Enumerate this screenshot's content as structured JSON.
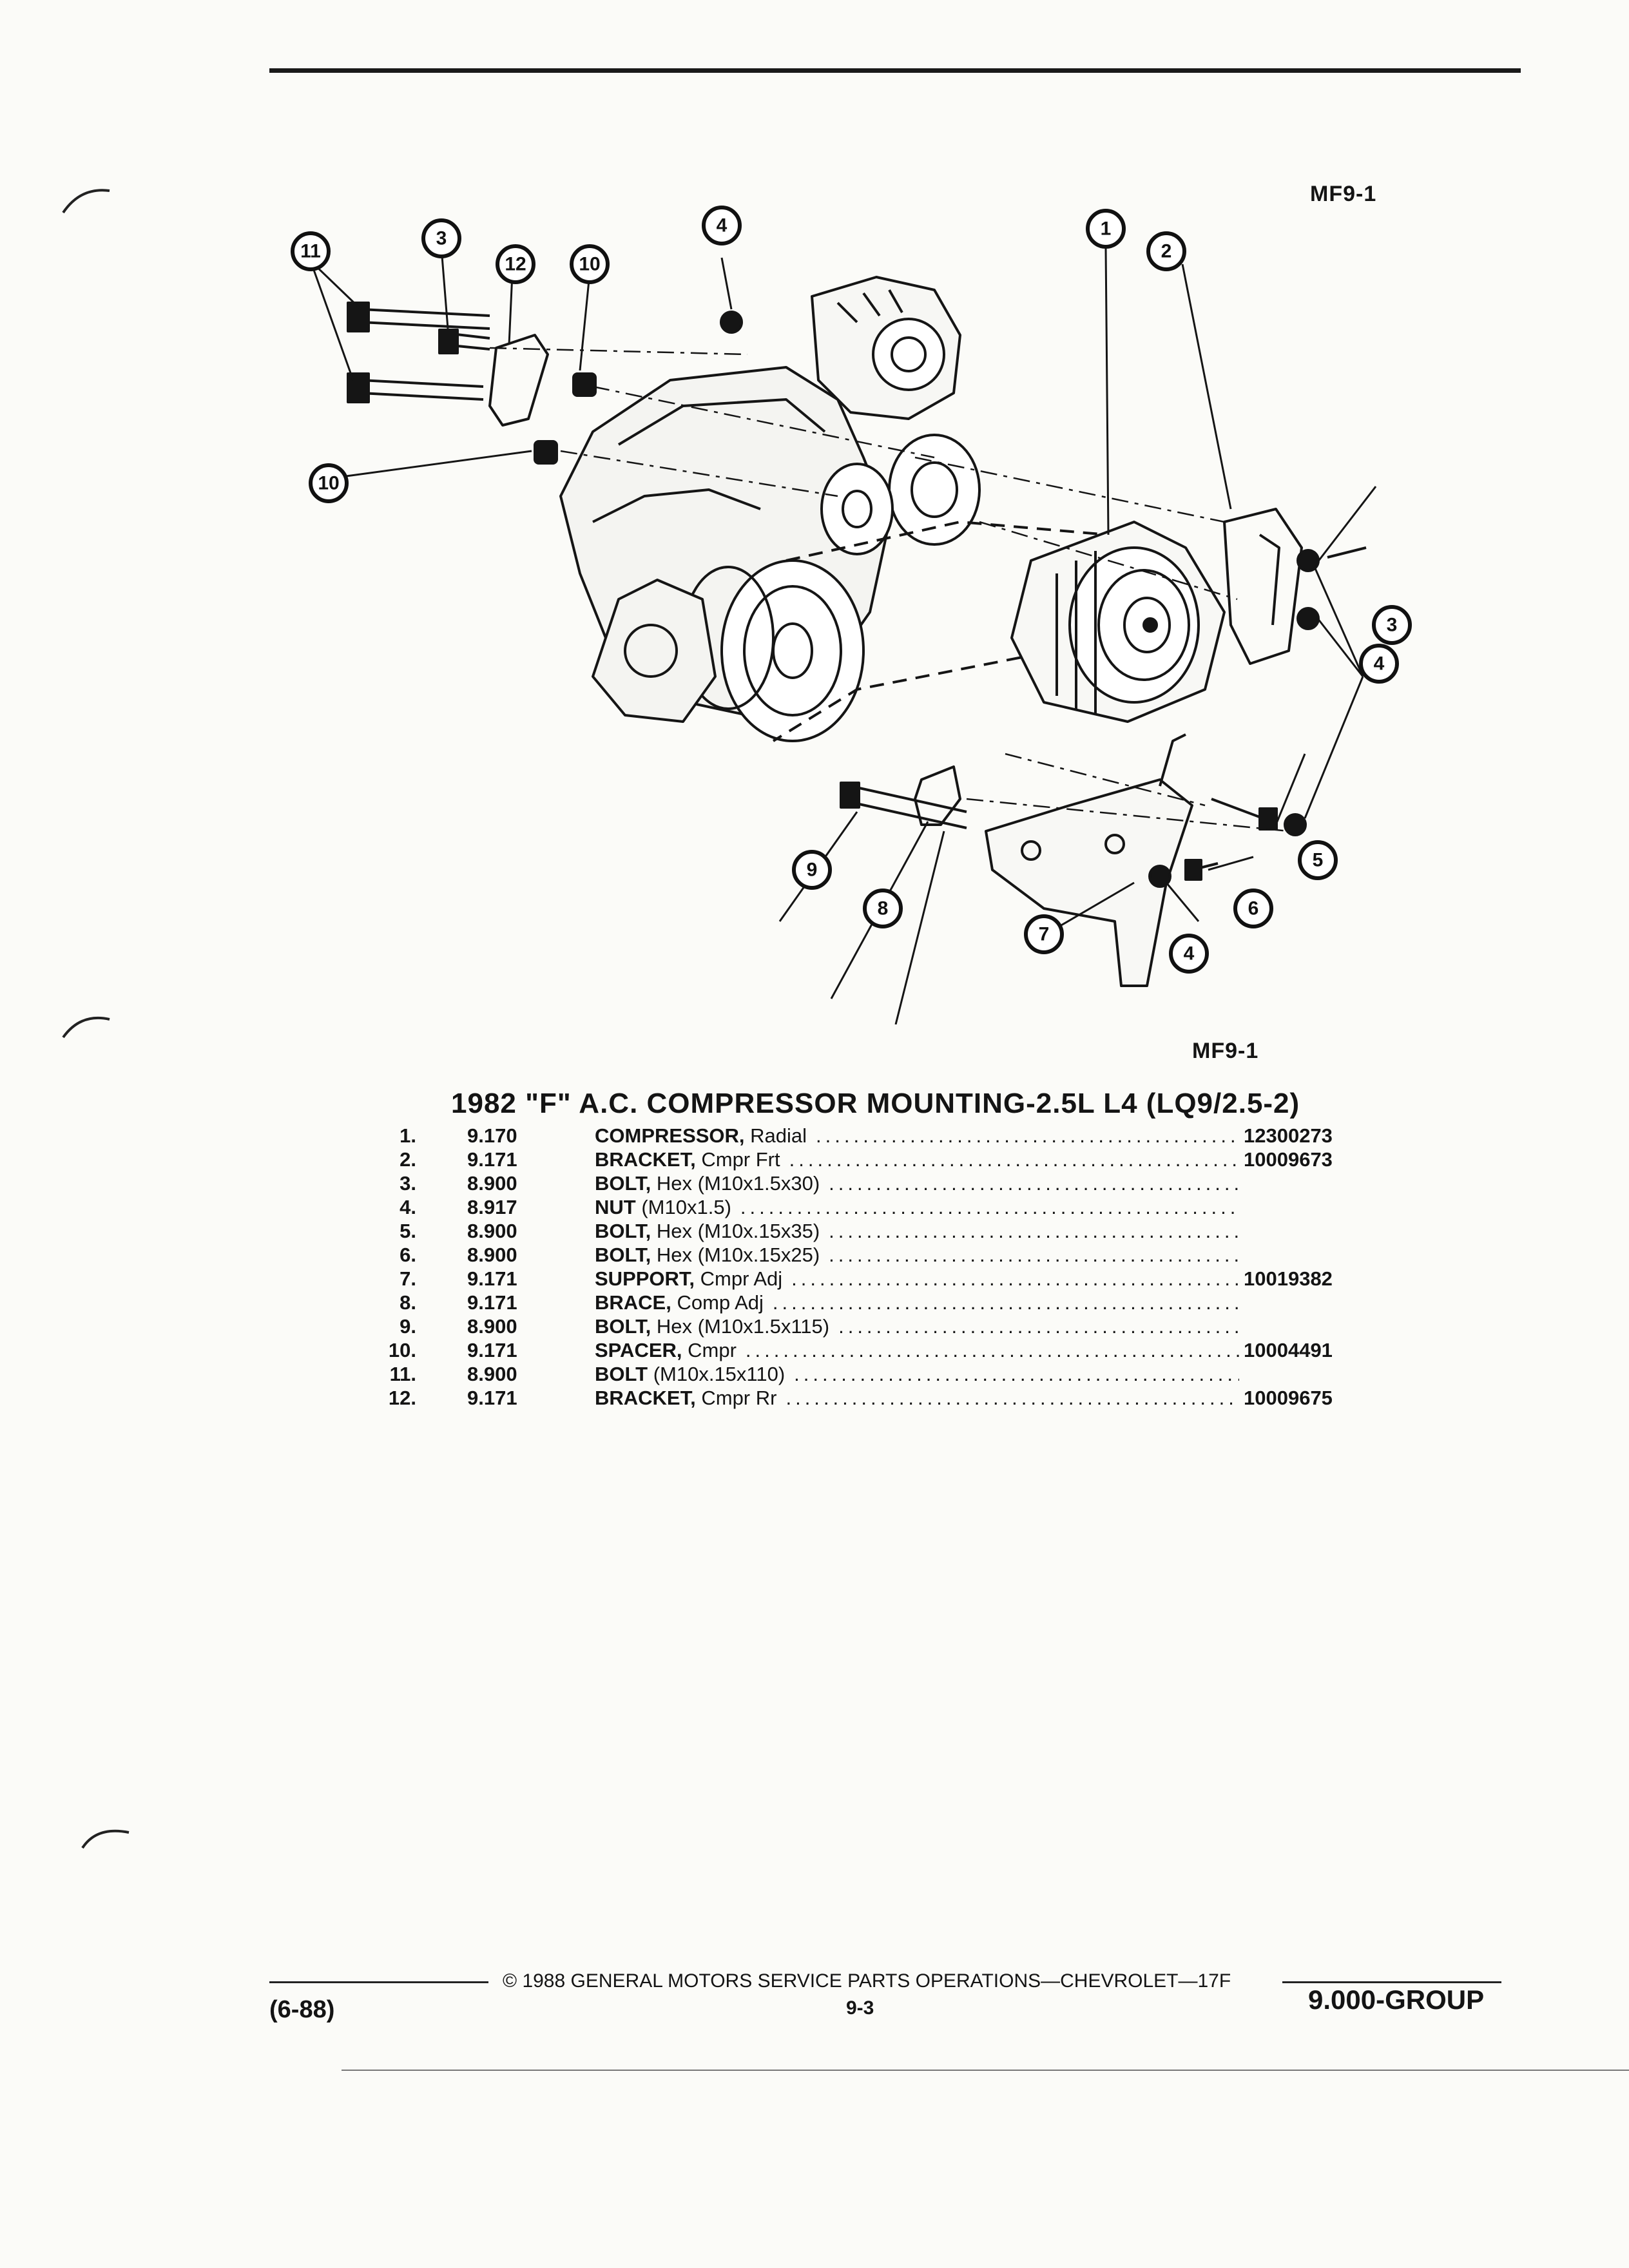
{
  "figure_label": "MF9-1",
  "table_title": "1982 \"F\" A.C. COMPRESSOR MOUNTING-2.5L L4 (LQ9/2.5-2)",
  "callouts": [
    {
      "label": "11"
    },
    {
      "label": "3"
    },
    {
      "label": "12"
    },
    {
      "label": "10"
    },
    {
      "label": "4"
    },
    {
      "label": "1"
    },
    {
      "label": "2"
    },
    {
      "label": "10"
    },
    {
      "label": "3"
    },
    {
      "label": "4"
    },
    {
      "label": "5"
    },
    {
      "label": "6"
    },
    {
      "label": "4"
    },
    {
      "label": "7"
    },
    {
      "label": "8"
    },
    {
      "label": "9"
    }
  ],
  "parts": [
    {
      "num": "1.",
      "group": "9.170",
      "name": "COMPRESSOR,",
      "desc": "Radial",
      "part_no": "12300273"
    },
    {
      "num": "2.",
      "group": "9.171",
      "name": "BRACKET,",
      "desc": "Cmpr Frt",
      "part_no": "10009673"
    },
    {
      "num": "3.",
      "group": "8.900",
      "name": "BOLT,",
      "desc": "Hex (M10x1.5x30)",
      "part_no": ""
    },
    {
      "num": "4.",
      "group": "8.917",
      "name": "NUT",
      "desc": "(M10x1.5)",
      "part_no": ""
    },
    {
      "num": "5.",
      "group": "8.900",
      "name": "BOLT,",
      "desc": "Hex (M10x.15x35)",
      "part_no": ""
    },
    {
      "num": "6.",
      "group": "8.900",
      "name": "BOLT,",
      "desc": "Hex (M10x.15x25)",
      "part_no": ""
    },
    {
      "num": "7.",
      "group": "9.171",
      "name": "SUPPORT,",
      "desc": "Cmpr Adj",
      "part_no": "10019382"
    },
    {
      "num": "8.",
      "group": "9.171",
      "name": "BRACE,",
      "desc": "Comp Adj",
      "part_no": ""
    },
    {
      "num": "9.",
      "group": "8.900",
      "name": "BOLT,",
      "desc": "Hex (M10x1.5x115)",
      "part_no": ""
    },
    {
      "num": "10.",
      "group": "9.171",
      "name": "SPACER,",
      "desc": "Cmpr",
      "part_no": "10004491"
    },
    {
      "num": "11.",
      "group": "8.900",
      "name": "BOLT",
      "desc": "(M10x.15x110)",
      "part_no": ""
    },
    {
      "num": "12.",
      "group": "9.171",
      "name": "BRACKET,",
      "desc": "Cmpr Rr",
      "part_no": "10009675"
    }
  ],
  "footer": {
    "copyright": "© 1988 GENERAL MOTORS SERVICE PARTS OPERATIONS—CHEVROLET—17F",
    "date_code": "(6-88)",
    "page_number": "9-3",
    "group": "9.000-GROUP"
  }
}
